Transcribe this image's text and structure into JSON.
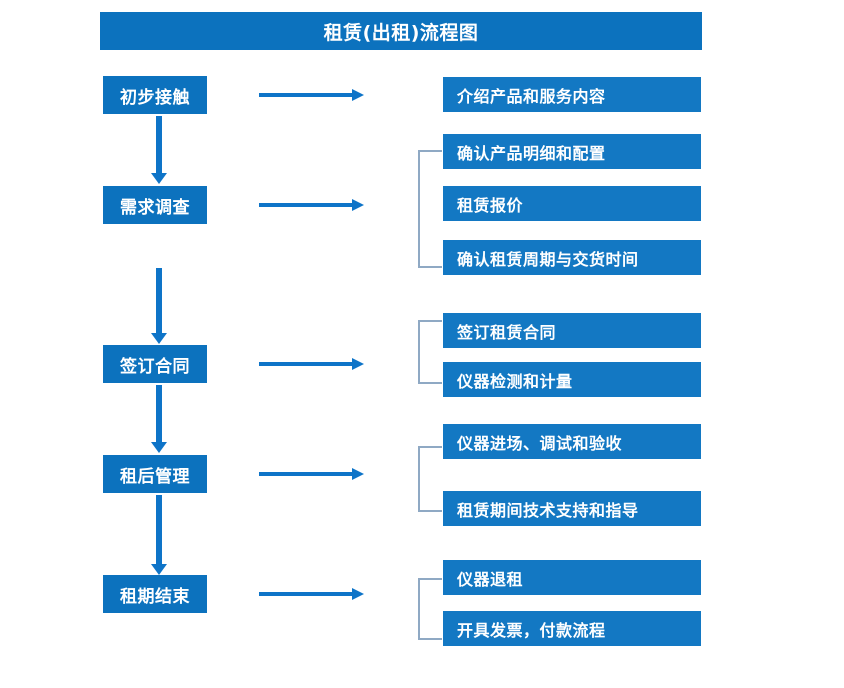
{
  "diagram": {
    "title": "租赁(出租)流程图",
    "colors": {
      "stage_box": "#0C72BE",
      "detail_box": "#1378C3",
      "arrow": "#0E74C8",
      "bracket": "#8FA9C4",
      "text": "#FFFFFF",
      "background": "#FFFFFF"
    },
    "stages": [
      {
        "label": "初步接触"
      },
      {
        "label": "需求调查"
      },
      {
        "label": "签订合同"
      },
      {
        "label": "租后管理"
      },
      {
        "label": "租期结束"
      }
    ],
    "details": [
      {
        "label": "介绍产品和服务内容"
      },
      {
        "label": "确认产品明细和配置"
      },
      {
        "label": "租赁报价"
      },
      {
        "label": "确认租赁周期与交货时间"
      },
      {
        "label": "签订租赁合同"
      },
      {
        "label": "仪器检测和计量"
      },
      {
        "label": "仪器进场、调试和验收"
      },
      {
        "label": "租赁期间技术支持和指导"
      },
      {
        "label": "仪器退租"
      },
      {
        "label": "开具发票，付款流程"
      }
    ]
  }
}
